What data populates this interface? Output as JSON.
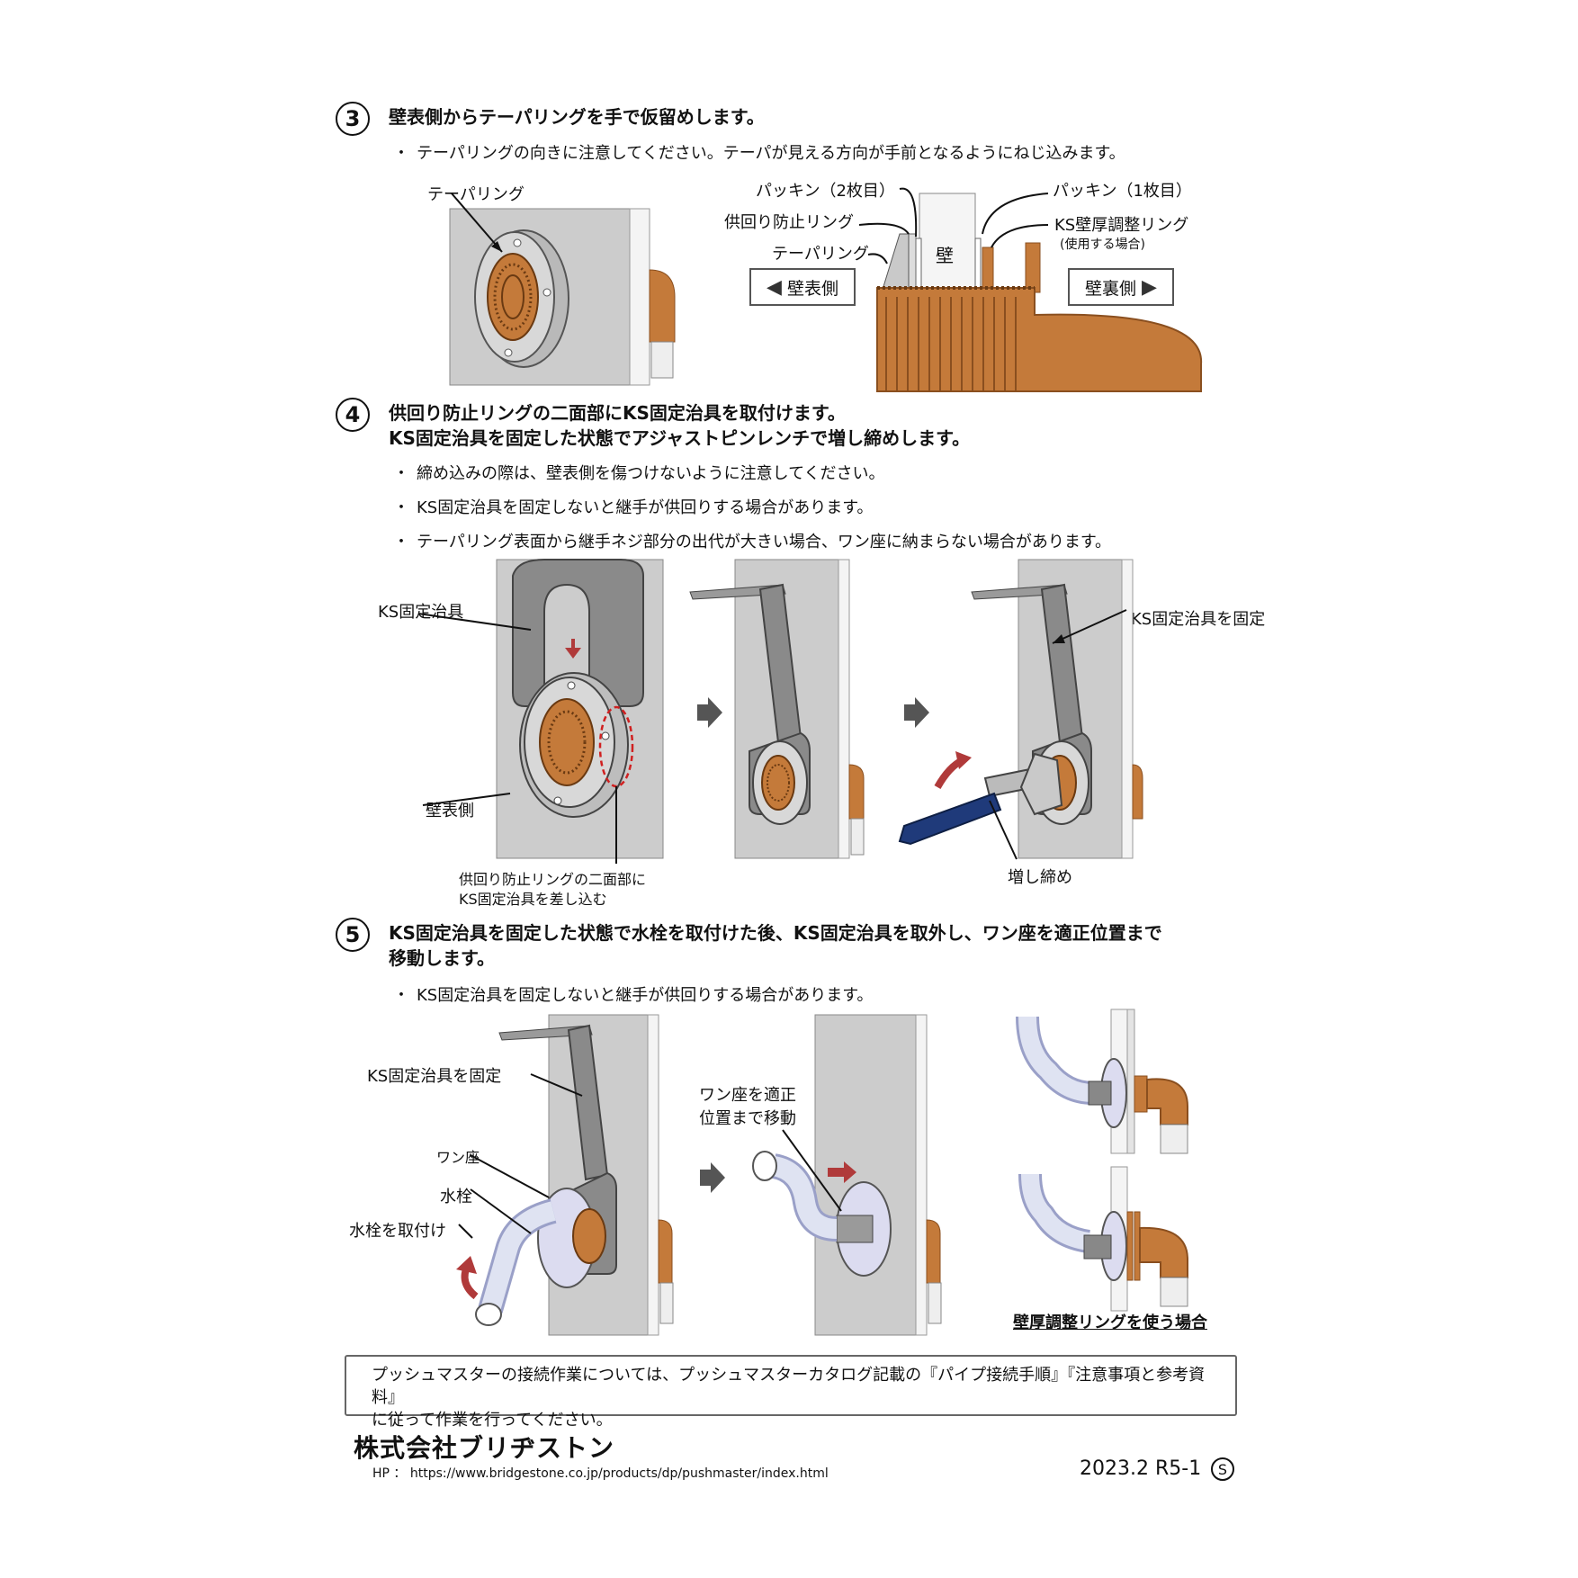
{
  "step3": {
    "number": "3",
    "title": "壁表側からテーパリングを手で仮留めします。",
    "bullets": [
      "テーパリングの向きに注意してください。テーパが見える方向が手前となるようにねじ込みます。"
    ],
    "labels": {
      "taper_ring_left": "テーパリング",
      "packing_2": "パッキン（2枚目）",
      "packing_1": "パッキン（1枚目）",
      "anti_rotation_ring": "供回り防止リング",
      "ks_wall_ring": "KS壁厚調整リング",
      "ks_wall_ring_note": "(使用する場合)",
      "taper_ring_right": "テーパリング",
      "wall": "壁",
      "wall_front": "壁表側",
      "wall_back": "壁裏側"
    }
  },
  "step4": {
    "number": "4",
    "title_line1": "供回り防止リングの二面部にKS固定治具を取付けます。",
    "title_line2": "KS固定治具を固定した状態でアジャストピンレンチで増し締めします。",
    "bullets": [
      "締め込みの際は、壁表側を傷つけないように注意してください。",
      "KS固定治具を固定しないと継手が供回りする場合があります。",
      "テーパリング表面から継手ネジ部分の出代が大きい場合、ワン座に納まらない場合があります。"
    ],
    "labels": {
      "ks_jig": "KS固定治具",
      "wall_front": "壁表側",
      "insert_line1": "供回り防止リングの二面部に",
      "insert_line2": "KS固定治具を差し込む",
      "ks_jig_fixed": "KS固定治具を固定",
      "tighten": "増し締め"
    }
  },
  "step5": {
    "number": "5",
    "title_line1": "KS固定治具を固定した状態で水栓を取付けた後、KS固定治具を取外し、ワン座を適正位置まで",
    "title_line2": "移動します。",
    "bullets": [
      "KS固定治具を固定しないと継手が供回りする場合があります。"
    ],
    "labels": {
      "ks_jig_fixed": "KS固定治具を固定",
      "wanza": "ワン座",
      "faucet": "水栓",
      "attach_faucet": "水栓を取付け",
      "move_line1": "ワン座を適正",
      "move_line2": "位置まで移動",
      "wall_ring_case": "壁厚調整リングを使う場合"
    }
  },
  "note": {
    "line1": "プッシュマスターの接続作業については、プッシュマスターカタログ記載の『パイプ接続手順』『注意事項と参考資料』",
    "line2": "に従って作業を行ってください。"
  },
  "footer": {
    "company": "株式会社ブリヂストン",
    "hp": "HP ： https://www.bridgestone.co.jp/products/dp/pushmaster/index.html",
    "version": "2023.2 R5-1",
    "mark": "S"
  },
  "colors": {
    "wall": "#cccccc",
    "copper": "#c47a3a",
    "copper_dark": "#8a4f1f",
    "red_arrow": "#b03a3a",
    "jig": "#8a8a8a",
    "handle": "#1f3a7a",
    "faucet": "#dfe3f2"
  }
}
